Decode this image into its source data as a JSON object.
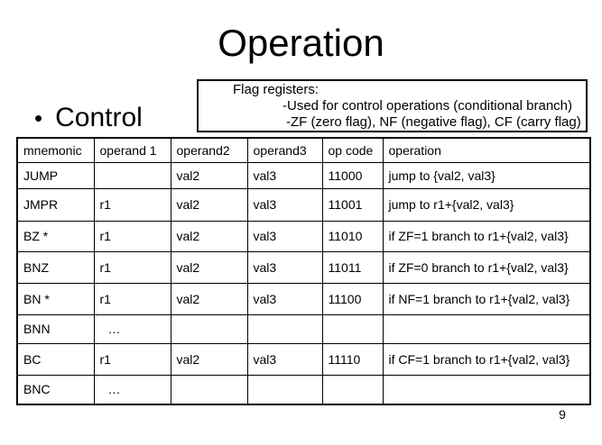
{
  "slide": {
    "title": "Operation",
    "bullet_glyph": "•",
    "bullet_label": "Control",
    "page_number": "9"
  },
  "flag_box": {
    "lines": [
      "Flag registers:",
      "-Used for control operations (conditional branch)",
      "-ZF (zero flag), NF (negative flag), CF (carry flag)"
    ]
  },
  "table": {
    "headers": [
      "mnemonic",
      "operand 1",
      "operand2",
      "operand3",
      "op code",
      "operation"
    ],
    "rows": [
      [
        "JUMP",
        "",
        "val2",
        "val3",
        "11000",
        "jump to {val2, val3}"
      ],
      [
        "JMPR",
        "r1",
        "val2",
        "val3",
        "11001",
        "jump to r1+{val2, val3}"
      ],
      [
        "BZ *",
        "r1",
        "val2",
        "val3",
        "11010",
        "if ZF=1 branch to r1+{val2, val3}"
      ],
      [
        "BNZ",
        "r1",
        "val2",
        "val3",
        "11011",
        "if ZF=0 branch to r1+{val2, val3}"
      ],
      [
        "BN *",
        "r1",
        "val2",
        "val3",
        "11100",
        "if NF=1 branch to r1+{val2, val3}"
      ],
      [
        "BNN",
        "…",
        "",
        "",
        "",
        ""
      ],
      [
        "BC",
        "r1",
        "val2",
        "val3",
        "11110",
        "if CF=1 branch to r1+{val2, val3}"
      ],
      [
        "BNC",
        "…",
        "",
        "",
        "",
        ""
      ]
    ]
  },
  "colors": {
    "text": "#000000",
    "background": "#ffffff",
    "border": "#000000"
  }
}
